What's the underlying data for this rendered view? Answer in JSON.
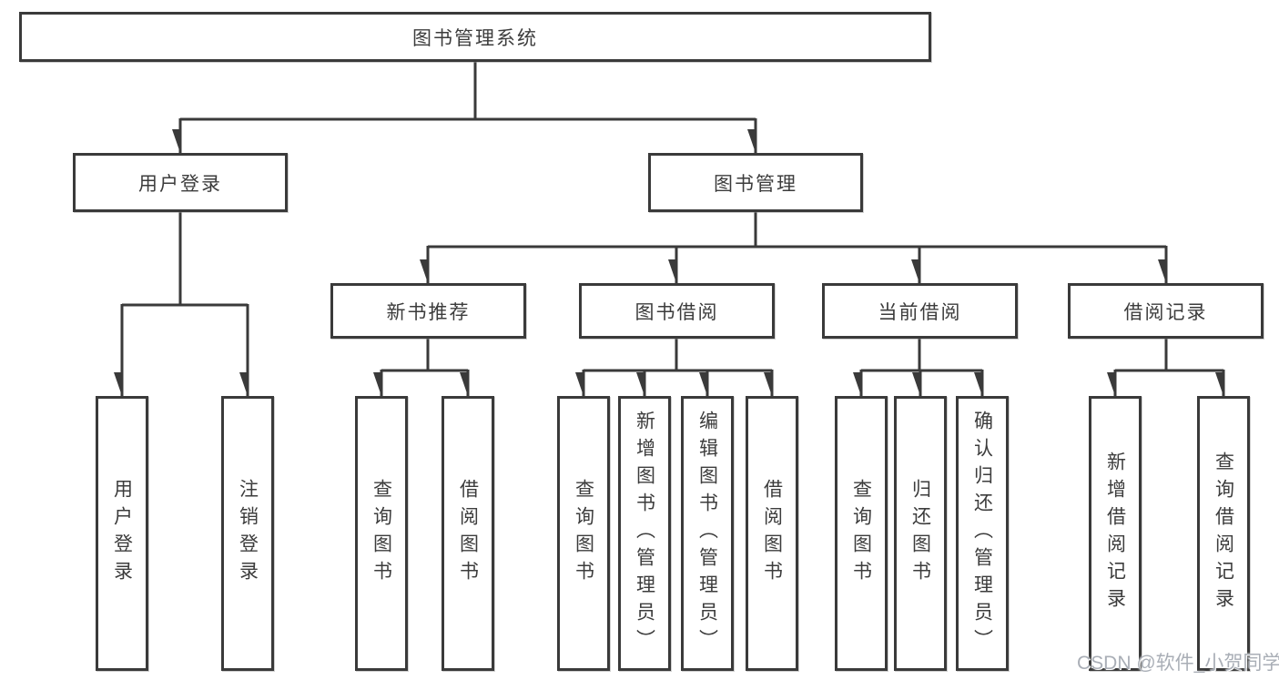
{
  "chart": {
    "type": "tree-diagram",
    "root": {
      "label": "图书管理系统",
      "children": [
        {
          "label": "用户登录",
          "children": [
            {
              "label": "用户登录"
            },
            {
              "label": "注销登录"
            }
          ]
        },
        {
          "label": "图书管理",
          "children": [
            {
              "label": "新书推荐",
              "children": [
                {
                  "label": "查询图书"
                },
                {
                  "label": "借阅图书"
                }
              ]
            },
            {
              "label": "图书借阅",
              "children": [
                {
                  "label": "查询图书"
                },
                {
                  "label": "新增图书（管理员）"
                },
                {
                  "label": "编辑图书（管理员）"
                },
                {
                  "label": "借阅图书"
                }
              ]
            },
            {
              "label": "当前借阅",
              "children": [
                {
                  "label": "查询图书"
                },
                {
                  "label": "归还图书"
                },
                {
                  "label": "确认归还（管理员）"
                }
              ]
            },
            {
              "label": "借阅记录",
              "children": [
                {
                  "label": "新增借阅记录"
                },
                {
                  "label": "查询借阅记录"
                }
              ]
            }
          ]
        }
      ]
    }
  },
  "watermark": {
    "text": "CSDN @软件_小贺同学"
  },
  "colors": {
    "line": "#3a3a3a",
    "text": "#3c3c3c",
    "box_background": "#ffffff",
    "page_background": "#ffffff",
    "watermark": "#a9aeb6"
  }
}
